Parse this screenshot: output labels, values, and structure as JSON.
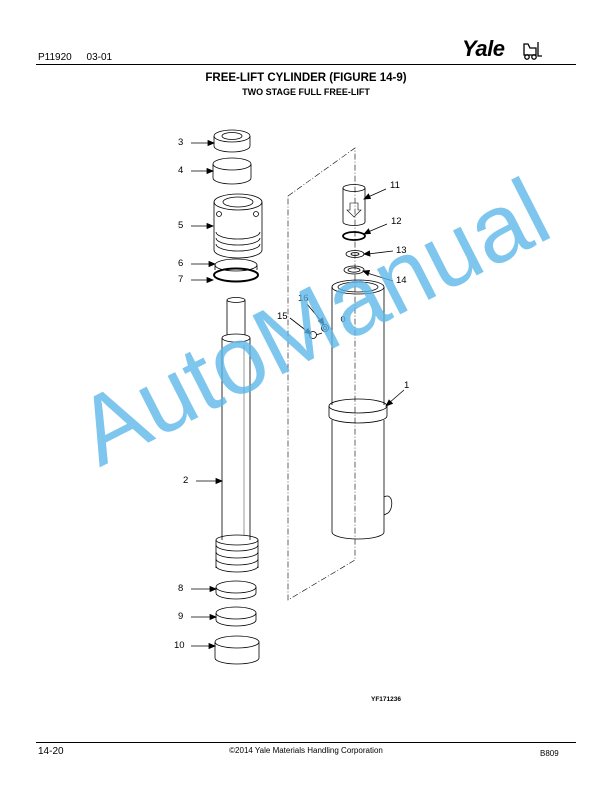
{
  "header": {
    "doc_number": "P11920",
    "date_code": "03-01",
    "logo_text": "Yale"
  },
  "title": "FREE-LIFT CYLINDER (FIGURE 14-9)",
  "subtitle": "TWO STAGE FULL FREE-LIFT",
  "figure": {
    "id_label": "YF171236",
    "callouts": [
      "3",
      "4",
      "5",
      "6",
      "7",
      "2",
      "8",
      "9",
      "10",
      "11",
      "12",
      "13",
      "14",
      "16",
      "15",
      "1"
    ]
  },
  "footer": {
    "page": "14-20",
    "copyright": "©2014 Yale Materials Handling Corporation",
    "code": "B809"
  },
  "watermark": "AutoManual",
  "colors": {
    "watermark": "#5ab6e8",
    "line": "#000000"
  }
}
